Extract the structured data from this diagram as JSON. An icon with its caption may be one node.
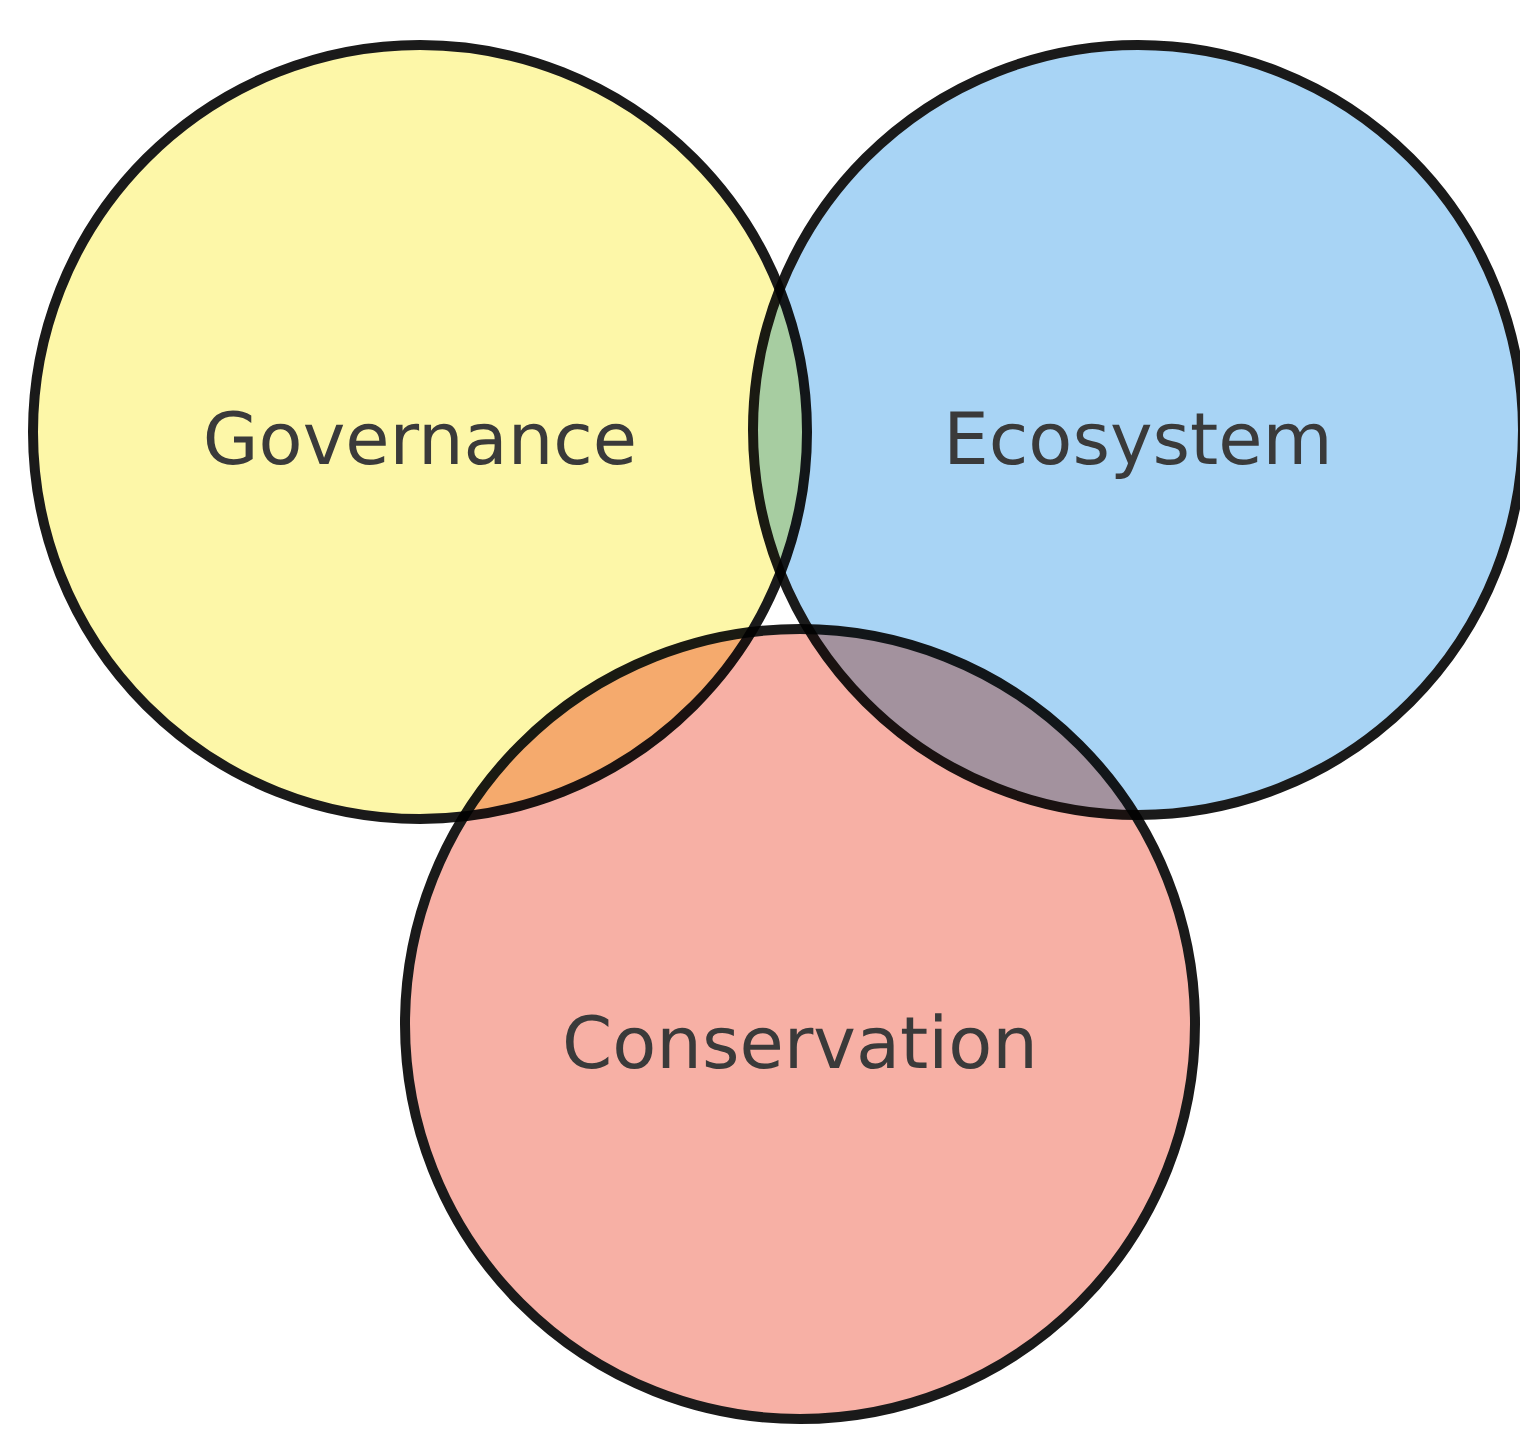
{
  "diagram": {
    "nodes": [
      {
        "text": [
          "Governance"
        ]
      },
      {
        "text": [
          "Ecosystem"
        ]
      },
      {
        "text": [
          "Conservation"
        ]
      }
    ]
  }
}
